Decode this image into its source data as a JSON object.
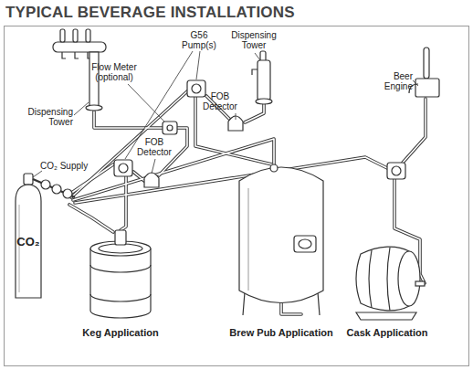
{
  "diagram": {
    "title": "TYPICAL BEVERAGE INSTALLATIONS",
    "nodes": [
      {
        "text": [
          "CO₂"
        ]
      }
    ],
    "labels": [
      "Dispensing Tower",
      "Flow Meter (optional)",
      "G56 Pump(s)",
      "Dispensing Tower",
      "FOB Detector",
      "FOB Detector",
      "Beer Engine",
      "CO₂ Supply",
      "Keg Application",
      "Brew Pub Application",
      "Cask Application"
    ]
  }
}
